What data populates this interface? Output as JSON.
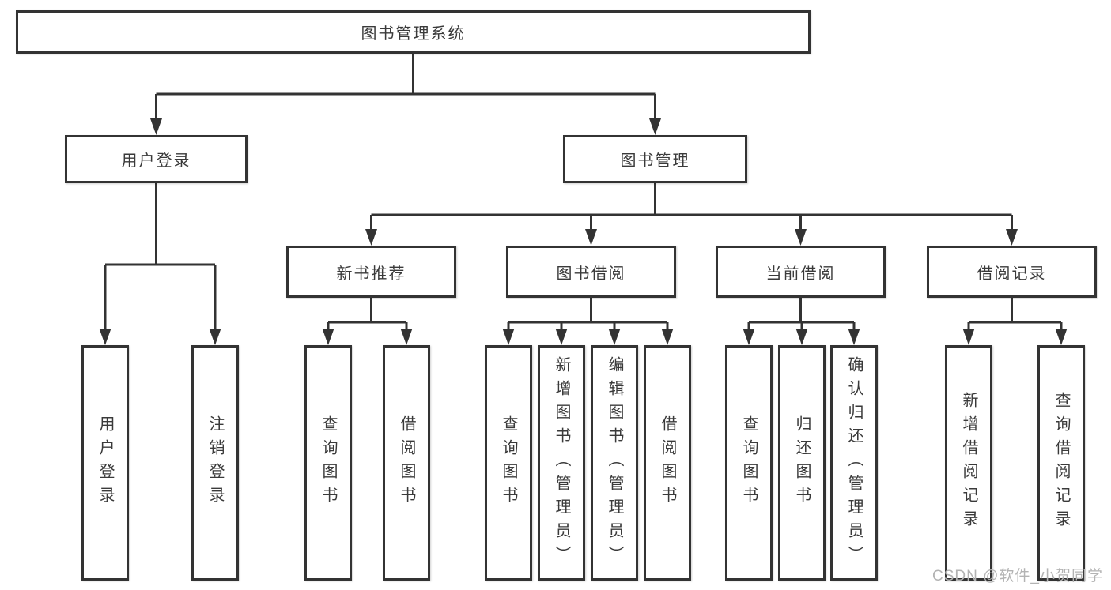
{
  "tree": {
    "label": "图书管理系统",
    "children": [
      {
        "label": "用户登录",
        "children": [
          {
            "label": "用户登录"
          },
          {
            "label": "注销登录"
          }
        ]
      },
      {
        "label": "图书管理",
        "children": [
          {
            "label": "新书推荐",
            "children": [
              {
                "label": "查询图书"
              },
              {
                "label": "借阅图书"
              }
            ]
          },
          {
            "label": "图书借阅",
            "children": [
              {
                "label": "查询图书"
              },
              {
                "label": "新增图书（管理员）"
              },
              {
                "label": "编辑图书（管理员）"
              },
              {
                "label": "借阅图书"
              }
            ]
          },
          {
            "label": "当前借阅",
            "children": [
              {
                "label": "查询图书"
              },
              {
                "label": "归还图书"
              },
              {
                "label": "确认归还（管理员）"
              }
            ]
          },
          {
            "label": "借阅记录",
            "children": [
              {
                "label": "新增借阅记录"
              },
              {
                "label": "查询借阅记录"
              }
            ]
          }
        ]
      }
    ]
  },
  "watermark": "CSDN @软件_小贺同学",
  "colors": {
    "line": "#333333",
    "text": "#3a3a3a",
    "watermark": "#b3b3b3"
  }
}
